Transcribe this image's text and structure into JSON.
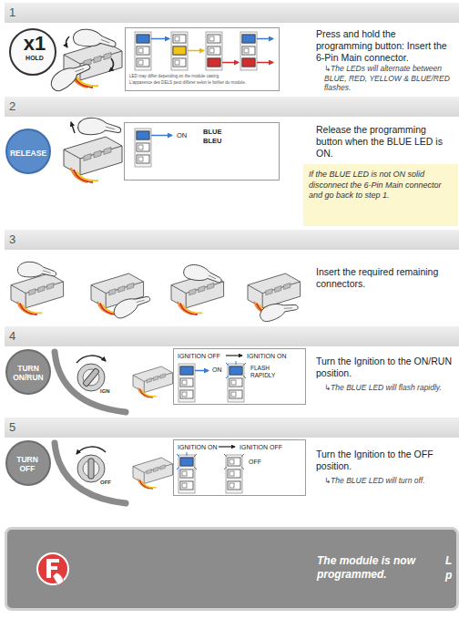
{
  "diagram": {
    "nodes": [
      {
        "text": [
          "1",
          "Press and hold the programming button: Insert the 6-Pin Main connector.",
          "↳The LEDs will alternate between BLUE, RED, YELLOW & BLUE/RED flashes."
        ]
      },
      {
        "text": [
          "x1",
          "HOLD"
        ],
        "in": 0
      },
      {
        "text": [
          "LED may differ depending on the module casing.",
          "L'apparence des DELS peut différer selon le boîtier du module."
        ],
        "in": 0
      },
      {
        "text": [
          "2",
          "Release the programming button when the BLUE LED is ON."
        ]
      },
      {
        "text": [
          "RELEASE"
        ],
        "in": 3
      },
      {
        "text": [
          "ON",
          "BLUE",
          "BLEU"
        ],
        "in": 3
      },
      {
        "text": [
          "If the BLUE LED is not ON solid disconnect the 6-Pin Main connector and go back to step 1."
        ],
        "in": 3
      },
      {
        "text": [
          "3",
          "Insert the required remaining connectors."
        ]
      },
      {
        "text": [
          "4",
          "Turn the Ignition to the ON/RUN position.",
          "↳The BLUE LED will flash rapidly."
        ]
      },
      {
        "text": [
          "TURN ON/RUN"
        ],
        "in": 8
      },
      {
        "text": [
          "IGNITION OFF",
          "IGNITION ON",
          "ON",
          "FLASH RAPIDLY"
        ],
        "in": 8
      },
      {
        "text": [
          "5",
          "Turn the Ignition to the OFF position.",
          "↳The BLUE LED will turn off."
        ]
      },
      {
        "text": [
          "TURN OFF"
        ],
        "in": 11
      },
      {
        "text": [
          "IGNITION ON",
          "IGNITION OFF",
          "OFF"
        ],
        "in": 11
      },
      {
        "text": [
          "The module is now programmed.",
          "L",
          "p"
        ]
      }
    ],
    "labels": [
      "IGN",
      "OFF"
    ]
  }
}
